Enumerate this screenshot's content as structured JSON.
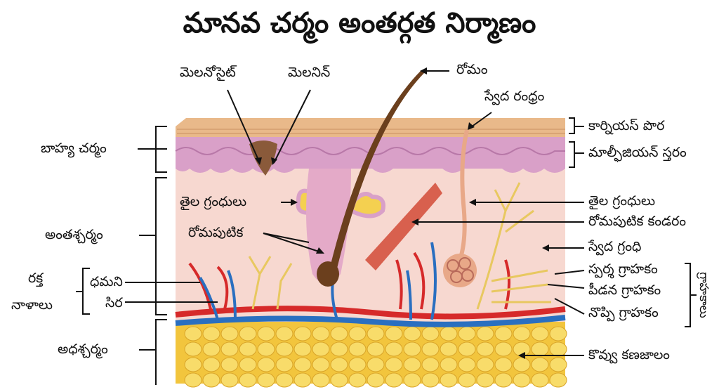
{
  "title": "మానవ చర్మం అంతర్గత నిర్మాణం",
  "labels": {
    "melanocyte": "మెలనోసైట్",
    "melanin": "మెలనిన్",
    "hair": "రోమం",
    "sweat_pore": "స్వేద రంధ్రం",
    "stratum_corneum": "కార్నియస్ పొర",
    "malpighian_layer": "మాల్ఫీజియన్ స్తరం",
    "sebaceous_gland_right": "తైల గ్రంధులు",
    "arrector_pili": "రోమపుటిక కండరం",
    "sweat_gland": "స్వేద గ్రంధి",
    "touch_receptor": "స్పర్శ గ్రాహకం",
    "pressure_receptor": "పీడన గ్రాహకం",
    "pain_receptor": "నొప్పి గ్రాహకం",
    "receptors_group": "గ్రాహకాలు",
    "adipose_tissue": "కొవ్వు కణజాలం",
    "epidermis": "బాహ్య చర్మం",
    "dermis": "అంతశ్చర్మం",
    "blood_vessels_line1": "రక్త",
    "blood_vessels_line2": "నాళాలు",
    "artery": "ధమని",
    "vein": "సిర",
    "hypodermis": "అధశ్చర్మం",
    "sebaceous_gland_left": "తైల గ్రంధులు",
    "hair_follicle": "రోమపుటిక"
  },
  "colors": {
    "corneum": "#e9b98a",
    "malpighian": "#d9a0c8",
    "dermis": "#f7d8d0",
    "fat": "#f2c53d",
    "artery": "#d62a2a",
    "vein": "#2a6fc0",
    "hair": "#6b3f1d",
    "nerve": "#e8c860"
  }
}
